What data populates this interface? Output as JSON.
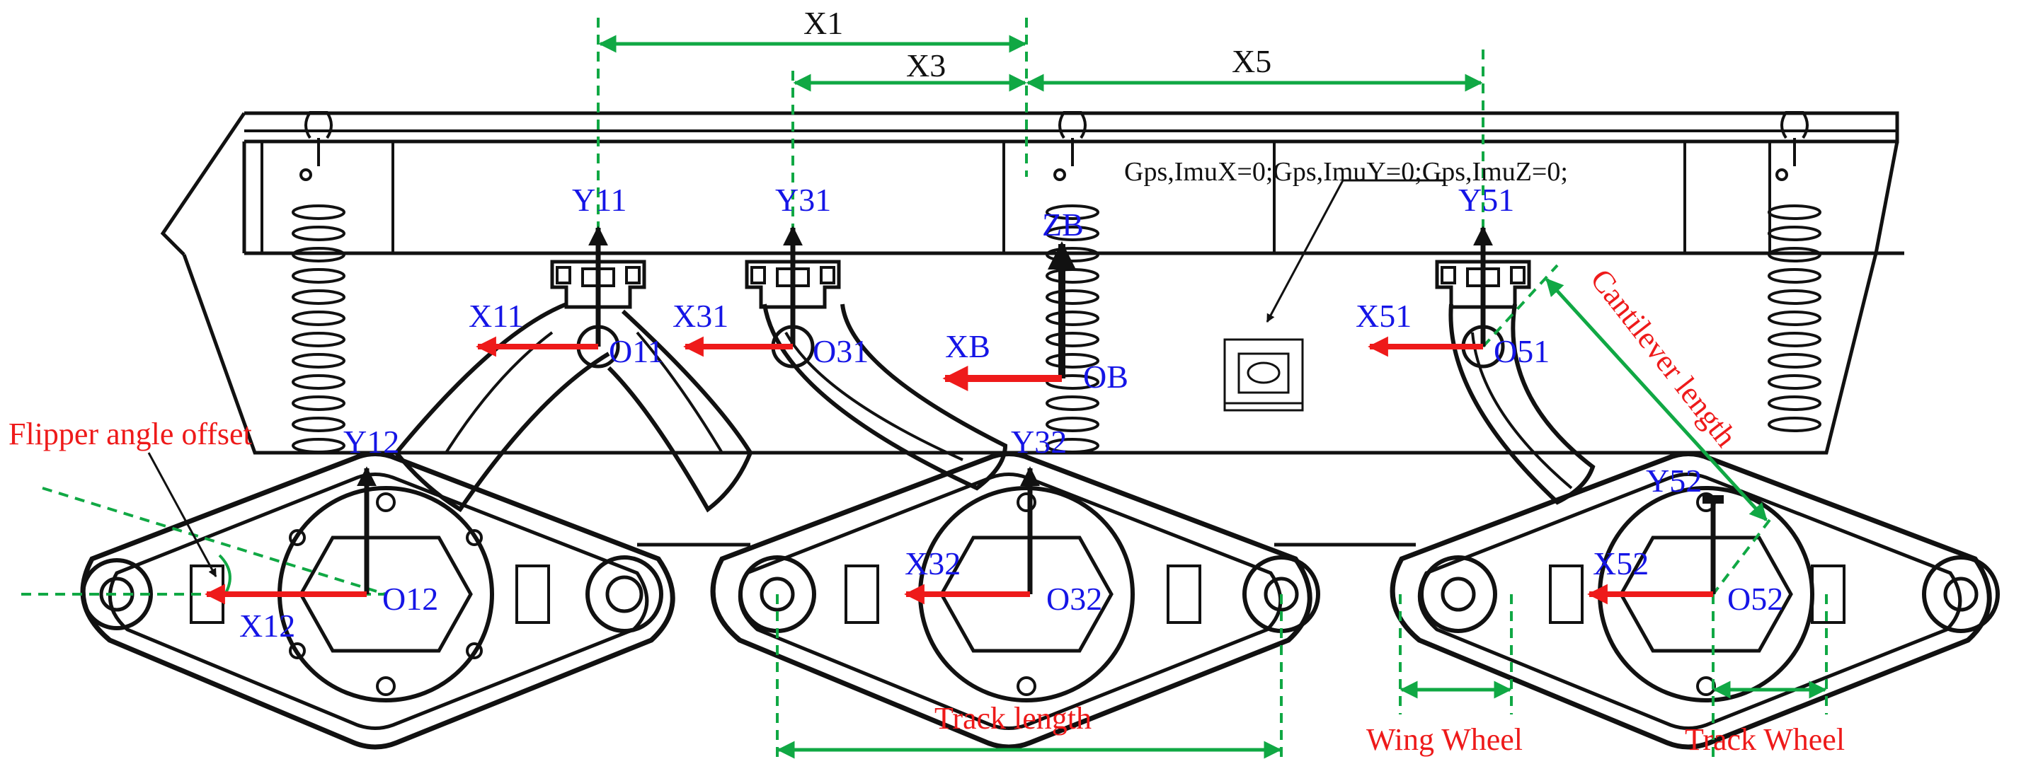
{
  "dimensions": {
    "x1": "X1",
    "x3": "X3",
    "x5": "X5"
  },
  "gps_note": "Gps,ImuX=0;Gps,ImuY=0;Gps,ImuZ=0;",
  "body_frame": {
    "z": "ZB",
    "x": "XB",
    "origin": "OB"
  },
  "joints": [
    {
      "y": "Y11",
      "x": "X11",
      "origin": "O11"
    },
    {
      "y": "Y31",
      "x": "X31",
      "origin": "O31"
    },
    {
      "y": "Y51",
      "x": "X51",
      "origin": "O51"
    }
  ],
  "tracks": [
    {
      "y": "Y12",
      "x": "X12",
      "origin": "O12"
    },
    {
      "y": "Y32",
      "x": "X32",
      "origin": "O32"
    },
    {
      "y": "Y52",
      "x": "X52",
      "origin": "O52"
    }
  ],
  "annotations": {
    "flipper_angle_offset": "Flipper angle offset",
    "cantilever_length": "Cantilever length",
    "track_length": "Track length",
    "wing_wheel": "Wing Wheel",
    "track_wheel": "Track Wheel"
  },
  "colors": {
    "axis_arrow": "#ee1a1a",
    "dimension_line": "#10a844",
    "frame_label": "#1515e6",
    "annotation_text": "#ee1a1a",
    "outline": "#111111"
  }
}
